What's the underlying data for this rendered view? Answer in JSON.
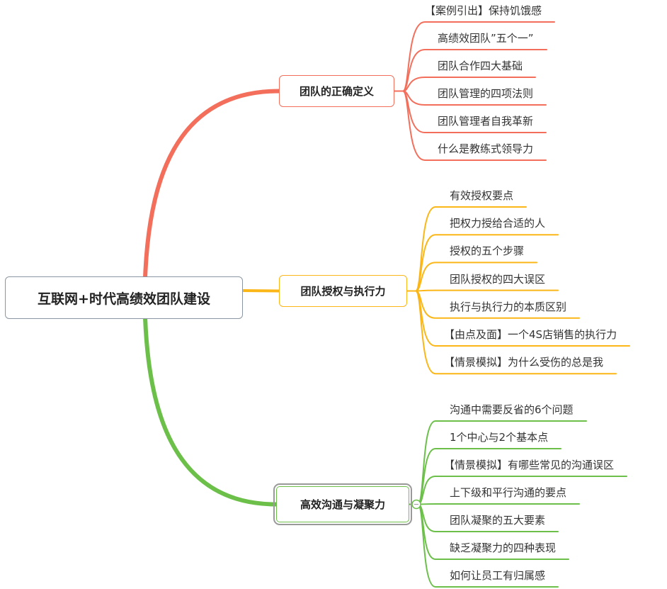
{
  "root": {
    "label": "互联网+时代高绩效团队建设"
  },
  "branches": [
    {
      "label": "团队的正确定义",
      "color": "#f36f5c",
      "leaves": [
        "【案例引出】保持饥饿感",
        "高绩效团队”五个一”",
        "团队合作四大基础",
        "团队管理的四项法则",
        "团队管理者自我革新",
        "什么是教练式领导力"
      ]
    },
    {
      "label": "团队授权与执行力",
      "color": "#fbb617",
      "leaves": [
        "有效授权要点",
        "把权力授给合适的人",
        "授权的五个步骤",
        "团队授权的四大误区",
        "执行与执行力的本质区别",
        "【由点及面】一个4S店销售的执行力",
        "【情景模拟】为什么受伤的总是我"
      ]
    },
    {
      "label": "高效沟通与凝聚力",
      "color": "#6cc04a",
      "leaves": [
        "沟通中需要反省的6个问题",
        "1个中心与2个基本点",
        "【情景模拟】有哪些常见的沟通误区",
        "上下级和平行沟通的要点",
        "团队凝聚的五大要素",
        "缺乏凝聚力的四种表现",
        "如何让员工有归属感"
      ]
    }
  ]
}
